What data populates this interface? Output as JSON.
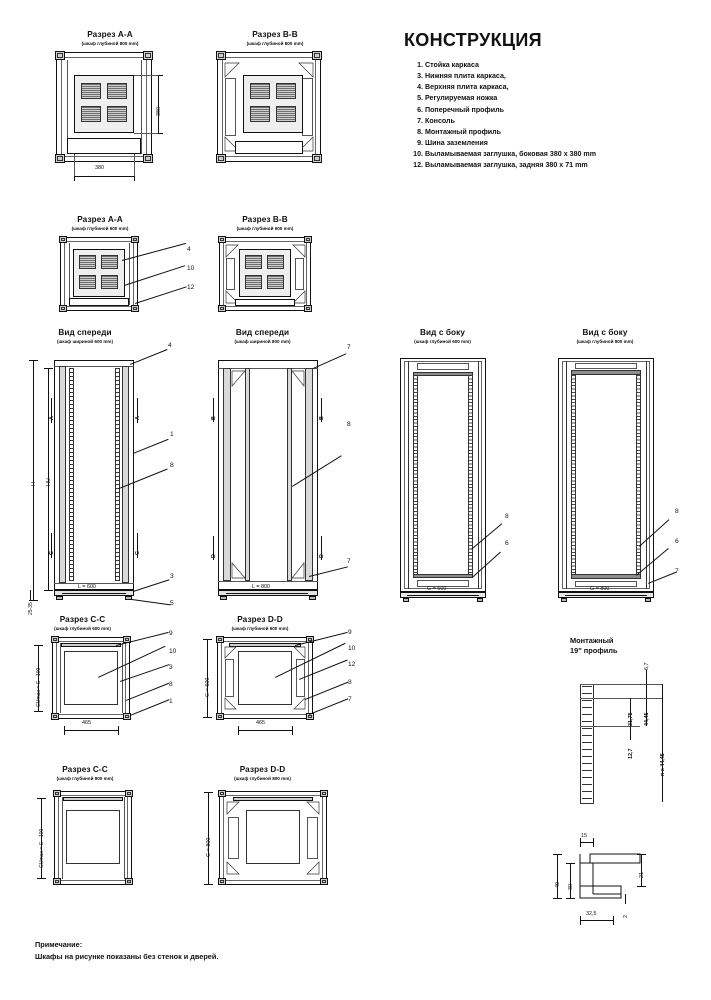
{
  "page": {
    "heading": "КОНСТРУКЦИЯ",
    "note_title": "Примечание:",
    "note_text": "Шкафы на рисунке показаны без стенок и дверей."
  },
  "legend": [
    {
      "num": "1.",
      "text": "Стойка каркаса"
    },
    {
      "num": "3.",
      "text": "Нижняя плита каркаса,"
    },
    {
      "num": "4.",
      "text": "Верхняя плита каркаса,"
    },
    {
      "num": "5.",
      "text": "Регулируемая ножка"
    },
    {
      "num": "6.",
      "text": "Поперечный профиль"
    },
    {
      "num": "7.",
      "text": "Консоль"
    },
    {
      "num": "8.",
      "text": "Монтажный профиль"
    },
    {
      "num": "9.",
      "text": "Шина заземления"
    },
    {
      "num": "10.",
      "text": "Выламываемая заглушка, боковая 380 x 380 mm"
    },
    {
      "num": "12.",
      "text": "Выламываемая заглушка, задняя 380 x 71 mm"
    }
  ],
  "views": {
    "aa800": {
      "title": "Разрез А-А",
      "sub": "(шкаф глубиной 800 mm)",
      "dim_h": "380",
      "dim_v": "380"
    },
    "bb800": {
      "title": "Разрез В-В",
      "sub": "(шкаф глубиной 800 mm)"
    },
    "aa600": {
      "title": "Разрез А-А",
      "sub": "(шкаф глубиной 600 mm)",
      "callouts": [
        "4",
        "10",
        "12"
      ]
    },
    "bb600": {
      "title": "Разрез В-В",
      "sub": "(шкаф глубиной 600 mm)"
    },
    "front600": {
      "title": "Вид спереди",
      "sub": "(шкаф шириной 600 mm)",
      "labels": {
        "H": "H",
        "HU": "HU",
        "A1": "A",
        "A2": "A",
        "C1": "C",
        "C2": "C",
        "foot": "25-35",
        "width": "L = 600"
      },
      "callouts": [
        "4",
        "1",
        "8",
        "3",
        "5"
      ]
    },
    "front800": {
      "title": "Вид спереди",
      "sub": "(шкаф шириной 800 mm)",
      "labels": {
        "B1": "B",
        "B2": "B",
        "D1": "D",
        "D2": "D",
        "width": "L = 800"
      },
      "callouts": [
        "7",
        "8",
        "7"
      ]
    },
    "side600": {
      "title": "Вид с боку",
      "sub": "(шкаф глубиной 600 mm)",
      "labels": {
        "depth": "G = 600"
      },
      "callouts": [
        "8",
        "6"
      ]
    },
    "side800": {
      "title": "Вид с боку",
      "sub": "(шкаф глубиной 800 mm)",
      "labels": {
        "depth": "G = 800"
      },
      "callouts": [
        "8",
        "6",
        "7"
      ]
    },
    "cc600": {
      "title": "Разрез С-С",
      "sub": "(шкаф глубиной 600 mm)",
      "labels": {
        "gu": "GUmax = G - 100",
        "w": "465"
      },
      "callouts": [
        "9",
        "10",
        "3",
        "8",
        "1"
      ]
    },
    "dd600": {
      "title": "Разрез D-D",
      "sub": "(шкаф глубиной 600 mm)",
      "labels": {
        "g": "G = 600",
        "w": "465"
      },
      "callouts": [
        "9",
        "10",
        "12",
        "8",
        "7"
      ]
    },
    "cc800": {
      "title": "Разрез С-С",
      "sub": "(шкаф глубиной 800 mm)",
      "labels": {
        "gu": "GUmax = G - 100"
      }
    },
    "dd800": {
      "title": "Разрез D-D",
      "sub": "(шкаф глубиной 800 mm)",
      "labels": {
        "g": "G = 800"
      }
    }
  },
  "profile19": {
    "title_l1": "Монтажный",
    "title_l2": "19\" профиль",
    "dims": {
      "top": "6,7",
      "d3175": "31,75",
      "d4445": "44,45",
      "d127": "12,7",
      "pitch": "n x 44,45"
    }
  },
  "profile_section": {
    "dims": {
      "w15": "15",
      "h21": "21",
      "h49": "49",
      "h30": "30",
      "w325": "32,5",
      "t2": "2"
    }
  }
}
